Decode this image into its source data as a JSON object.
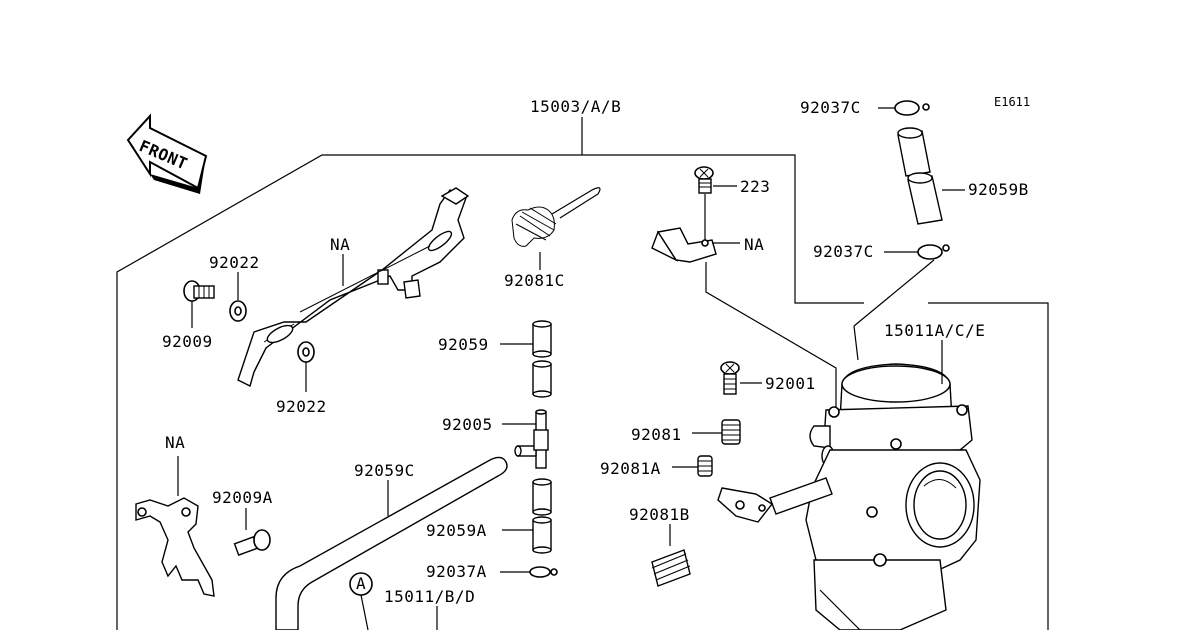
{
  "diagram_code": "E1611",
  "front_label": "FRONT",
  "labels": {
    "assembly": "15003/A/B",
    "p92037c_top": "92037C",
    "p223": "223",
    "p92059b": "92059B",
    "na_bracket": "NA",
    "p92037c_mid": "92037C",
    "p15011ace": "15011A/C/E",
    "na_plate": "NA",
    "p92022_top": "92022",
    "p92081c": "92081C",
    "p92009": "92009",
    "p92022_bot": "92022",
    "p92059": "92059",
    "p92001": "92001",
    "p92005": "92005",
    "p92081": "92081",
    "na_lever": "NA",
    "p92081a": "92081A",
    "p92059c": "92059C",
    "p92009a": "92009A",
    "p92059a": "92059A",
    "p92081b": "92081B",
    "p92037a": "92037A",
    "ref_a": "A",
    "p15011bd": "15011/B/D"
  }
}
